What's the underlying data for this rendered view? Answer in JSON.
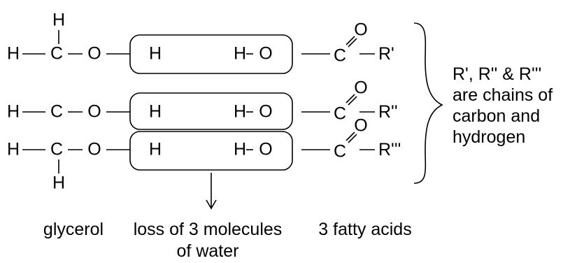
{
  "reaction": {
    "rows": [
      {
        "glycerol_h": "H",
        "glycerol_c": "C",
        "glycerol_o": "O",
        "water_h": "H",
        "water_oh_h": "H",
        "water_oh_o": "O",
        "acid_c": "C",
        "acid_o": "O",
        "acid_r": "R'"
      },
      {
        "glycerol_h": "H",
        "glycerol_c": "C",
        "glycerol_o": "O",
        "water_h": "H",
        "water_oh_h": "H",
        "water_oh_o": "O",
        "acid_c": "C",
        "acid_o": "O",
        "acid_r": "R''"
      },
      {
        "glycerol_h": "H",
        "glycerol_c": "C",
        "glycerol_o": "O",
        "water_h": "H",
        "water_oh_h": "H",
        "water_oh_o": "O",
        "acid_c": "C",
        "acid_o": "O",
        "acid_r": "R'''"
      }
    ],
    "top_h": "H",
    "bottom_h": "H"
  },
  "labels": {
    "glycerol": "glycerol",
    "water_line1": "loss of 3 molecules",
    "water_line2": "of water",
    "fatty_acids": "3 fatty acids"
  },
  "note": {
    "line1": "R', R'' & R'''",
    "line2": "are chains of",
    "line3": "carbon and",
    "line4": "hydrogen"
  }
}
